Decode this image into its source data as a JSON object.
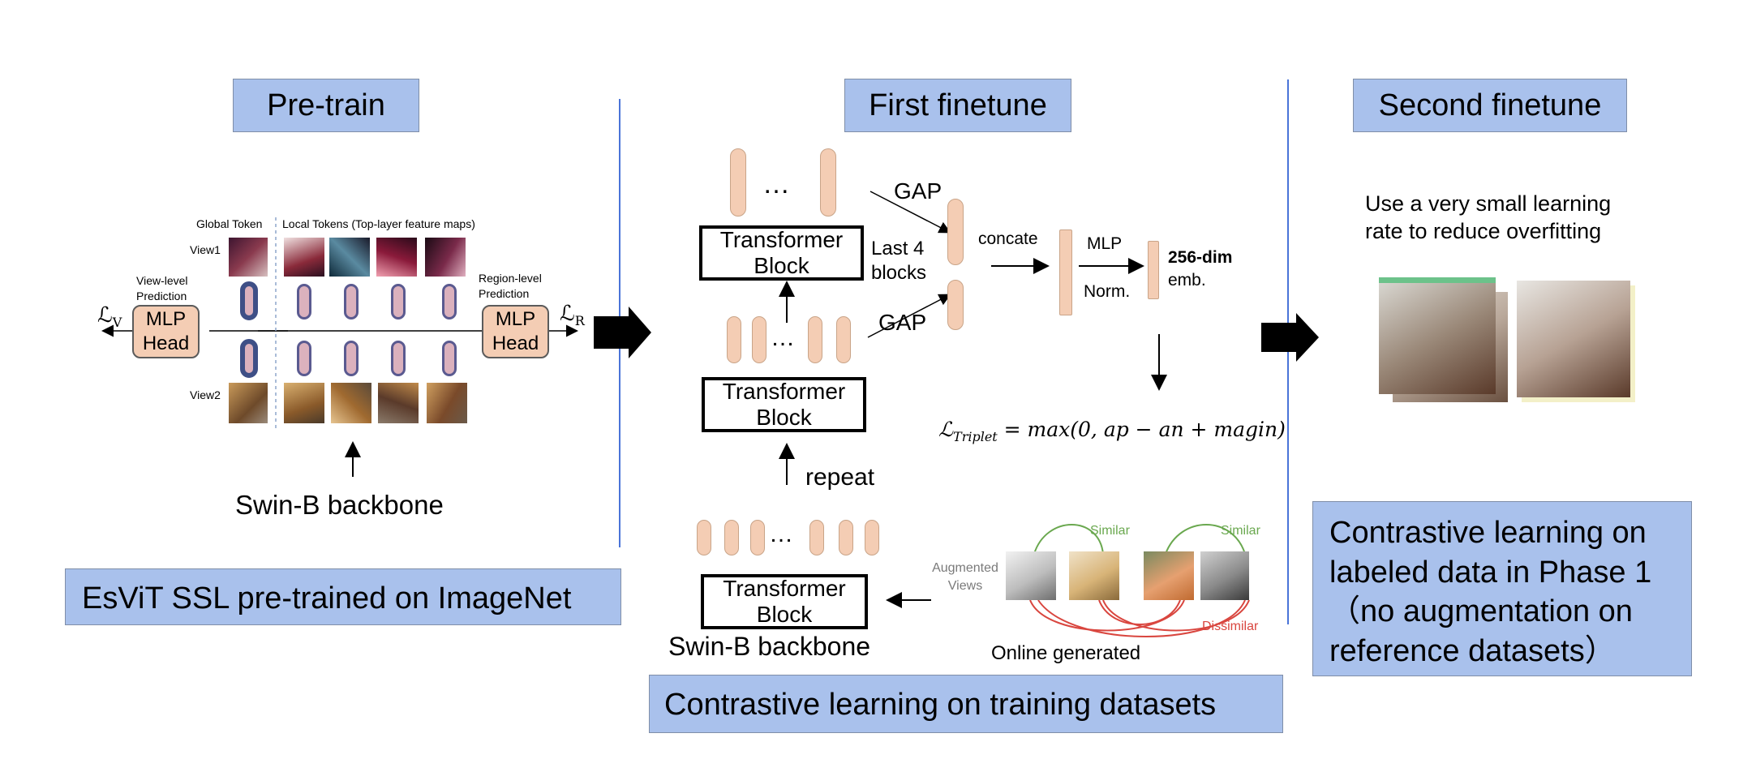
{
  "pretrain": {
    "header": "Pre-train",
    "global_token": "Global Token",
    "local_tokens": "Local Tokens (Top-layer feature maps)",
    "view1": "View1",
    "view2": "View2",
    "view_level": "View-level",
    "view_prediction": "Prediction",
    "region_level": "Region-level",
    "region_prediction": "Prediction",
    "mlp_head_line1": "MLP",
    "mlp_head_line2": "Head",
    "loss_v": "ℒ",
    "loss_v_sub": "V",
    "loss_r": "ℒ",
    "loss_r_sub": "R",
    "backbone": "Swin-B backbone",
    "footer": "EsViT SSL pre-trained on ImageNet"
  },
  "first": {
    "header": "First finetune",
    "transformer_line1": "Transformer",
    "transformer_line2": "Block",
    "gap": "GAP",
    "last4_line1": "Last 4",
    "last4_line2": "blocks",
    "concate": "concate",
    "mlp": "MLP",
    "norm": "Norm.",
    "emb_line1": "256-dim",
    "emb_line2": "emb.",
    "dots": "…",
    "repeat": "repeat",
    "backbone": "Swin-B backbone",
    "loss_formula_L": "ℒ",
    "loss_formula_sub": "Triplet",
    "loss_formula_rest": " = max(0, ap − an + magin)",
    "augmented_line1": "Augmented",
    "augmented_line2": "Views",
    "similar": "Similar",
    "dissimilar": "Dissimilar",
    "online": "Online generated",
    "footer": "Contrastive learning on training datasets"
  },
  "second": {
    "header": "Second finetune",
    "note_line1": "Use a very small learning",
    "note_line2": "rate to reduce overfitting",
    "footer_line1": "Contrastive learning on",
    "footer_line2": "labeled data in Phase 1",
    "footer_line3": "（no augmentation on",
    "footer_line4": "reference datasets）"
  },
  "colors": {
    "header_bg": "#a9c1ec",
    "token_peach": "#f4cdb4",
    "token_pink": "#dbb1bd",
    "similar_green": "#6aa84f",
    "dissimilar_red": "#d9463f",
    "divider_blue": "#4a74d8"
  }
}
